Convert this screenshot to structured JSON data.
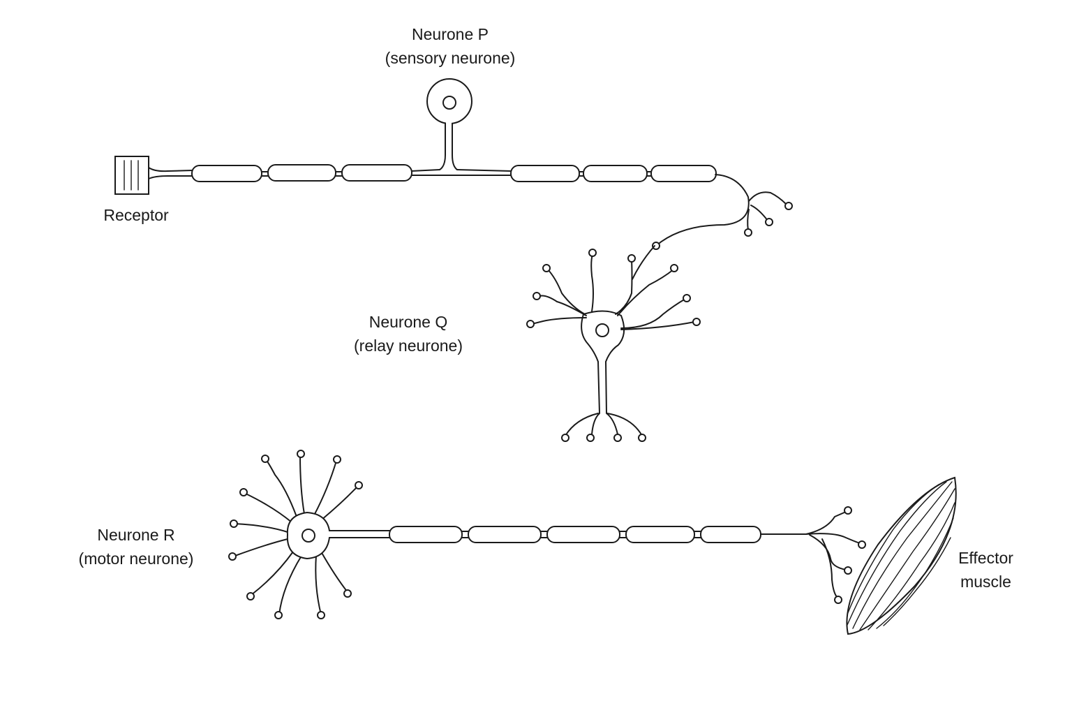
{
  "labels": {
    "neurone_p": {
      "title": "Neurone P",
      "subtitle": "(sensory neurone)"
    },
    "neurone_q": {
      "title": "Neurone Q",
      "subtitle": "(relay neurone)"
    },
    "neurone_r": {
      "title": "Neurone R",
      "subtitle": "(motor neurone)"
    },
    "receptor": "Receptor",
    "effector": {
      "line1": "Effector",
      "line2": "muscle"
    }
  },
  "colors": {
    "line": "#1a1a1a",
    "background": "#ffffff"
  }
}
